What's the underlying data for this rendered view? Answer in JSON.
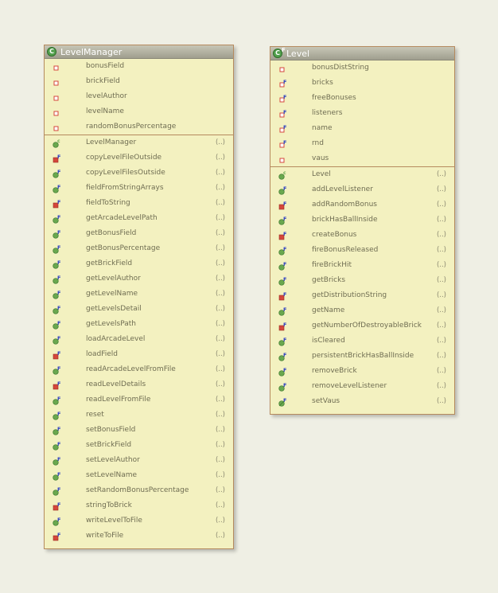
{
  "classes": [
    {
      "id": "level-manager",
      "title": "LevelManager",
      "header_icon": "class-icon",
      "fields": [
        {
          "name": "bonusField",
          "icon": "private-field-icon"
        },
        {
          "name": "brickField",
          "icon": "private-field-icon"
        },
        {
          "name": "levelAuthor",
          "icon": "private-field-icon"
        },
        {
          "name": "levelName",
          "icon": "private-field-icon"
        },
        {
          "name": "randomBonusPercentage",
          "icon": "private-field-icon"
        }
      ],
      "methods": [
        {
          "name": "LevelManager",
          "params": "(..)",
          "icon": "public-constructor-icon"
        },
        {
          "name": "copyLevelFileOutside",
          "params": "(..)",
          "icon": "private-final-method-icon"
        },
        {
          "name": "copyLevelFilesOutside",
          "params": "(..)",
          "icon": "public-final-method-icon"
        },
        {
          "name": "fieldFromStringArrays",
          "params": "(..)",
          "icon": "public-final-method-icon"
        },
        {
          "name": "fieldToString",
          "params": "(..)",
          "icon": "private-final-method-icon"
        },
        {
          "name": "getArcadeLevelPath",
          "params": "(..)",
          "icon": "public-final-method-icon"
        },
        {
          "name": "getBonusField",
          "params": "(..)",
          "icon": "public-final-method-icon"
        },
        {
          "name": "getBonusPercentage",
          "params": "(..)",
          "icon": "public-final-method-icon"
        },
        {
          "name": "getBrickField",
          "params": "(..)",
          "icon": "public-final-method-icon"
        },
        {
          "name": "getLevelAuthor",
          "params": "(..)",
          "icon": "public-final-method-icon"
        },
        {
          "name": "getLevelName",
          "params": "(..)",
          "icon": "public-final-method-icon"
        },
        {
          "name": "getLevelsDetail",
          "params": "(..)",
          "icon": "public-final-method-icon"
        },
        {
          "name": "getLevelsPath",
          "params": "(..)",
          "icon": "public-final-method-icon"
        },
        {
          "name": "loadArcadeLevel",
          "params": "(..)",
          "icon": "public-final-method-icon"
        },
        {
          "name": "loadField",
          "params": "(..)",
          "icon": "private-final-method-icon"
        },
        {
          "name": "readArcadeLevelFromFile",
          "params": "(..)",
          "icon": "public-final-method-icon"
        },
        {
          "name": "readLevelDetails",
          "params": "(..)",
          "icon": "private-final-method-icon"
        },
        {
          "name": "readLevelFromFile",
          "params": "(..)",
          "icon": "public-final-method-icon"
        },
        {
          "name": "reset",
          "params": "(..)",
          "icon": "public-final-method-icon"
        },
        {
          "name": "setBonusField",
          "params": "(..)",
          "icon": "public-final-method-icon"
        },
        {
          "name": "setBrickField",
          "params": "(..)",
          "icon": "public-final-method-icon"
        },
        {
          "name": "setLevelAuthor",
          "params": "(..)",
          "icon": "public-final-method-icon"
        },
        {
          "name": "setLevelName",
          "params": "(..)",
          "icon": "public-final-method-icon"
        },
        {
          "name": "setRandomBonusPercentage",
          "params": "(..)",
          "icon": "public-final-method-icon"
        },
        {
          "name": "stringToBrick",
          "params": "(..)",
          "icon": "private-final-method-icon"
        },
        {
          "name": "writeLevelToFile",
          "params": "(..)",
          "icon": "public-final-method-icon"
        },
        {
          "name": "writeToFile",
          "params": "(..)",
          "icon": "private-final-method-icon"
        }
      ]
    },
    {
      "id": "level",
      "title": "Level",
      "header_icon": "class-icon",
      "header_modifier": "F",
      "fields": [
        {
          "name": "bonusDistString",
          "icon": "private-field-icon"
        },
        {
          "name": "bricks",
          "icon": "private-final-field-icon"
        },
        {
          "name": "freeBonuses",
          "icon": "private-final-field-icon"
        },
        {
          "name": "listeners",
          "icon": "private-final-field-icon"
        },
        {
          "name": "name",
          "icon": "private-final-field-icon"
        },
        {
          "name": "rnd",
          "icon": "private-final-field-icon"
        },
        {
          "name": "vaus",
          "icon": "private-field-icon"
        }
      ],
      "methods": [
        {
          "name": "Level",
          "params": "(..)",
          "icon": "public-constructor-icon"
        },
        {
          "name": "addLevelListener",
          "params": "(..)",
          "icon": "public-final-method-icon"
        },
        {
          "name": "addRandomBonus",
          "params": "(..)",
          "icon": "private-final-method-icon"
        },
        {
          "name": "brickHasBallInside",
          "params": "(..)",
          "icon": "public-final-method-icon"
        },
        {
          "name": "createBonus",
          "params": "(..)",
          "icon": "private-final-method-icon"
        },
        {
          "name": "fireBonusReleased",
          "params": "(..)",
          "icon": "public-final-method-icon"
        },
        {
          "name": "fireBrickHit",
          "params": "(..)",
          "icon": "public-final-method-icon"
        },
        {
          "name": "getBricks",
          "params": "(..)",
          "icon": "public-final-method-icon"
        },
        {
          "name": "getDistributionString",
          "params": "(..)",
          "icon": "private-final-method-icon"
        },
        {
          "name": "getName",
          "params": "(..)",
          "icon": "public-final-method-icon"
        },
        {
          "name": "getNumberOfDestroyableBrick",
          "params": "(..)",
          "icon": "private-final-method-icon"
        },
        {
          "name": "isCleared",
          "params": "(..)",
          "icon": "public-final-method-icon"
        },
        {
          "name": "persistentBrickHasBallInside",
          "params": "(..)",
          "icon": "public-final-method-icon"
        },
        {
          "name": "removeBrick",
          "params": "(..)",
          "icon": "public-final-method-icon"
        },
        {
          "name": "removeLevelListener",
          "params": "(..)",
          "icon": "public-final-method-icon"
        },
        {
          "name": "setVaus",
          "params": "(..)",
          "icon": "public-final-setter-icon"
        }
      ]
    }
  ],
  "colors": {
    "background": "#efefe4",
    "class_body": "#f3f1c0",
    "class_border": "#b58a5e",
    "header": "#adac9c",
    "public_icon": "#6aa84f",
    "private_icon": "#d5473b",
    "final_marker": "#2b3fbf"
  }
}
